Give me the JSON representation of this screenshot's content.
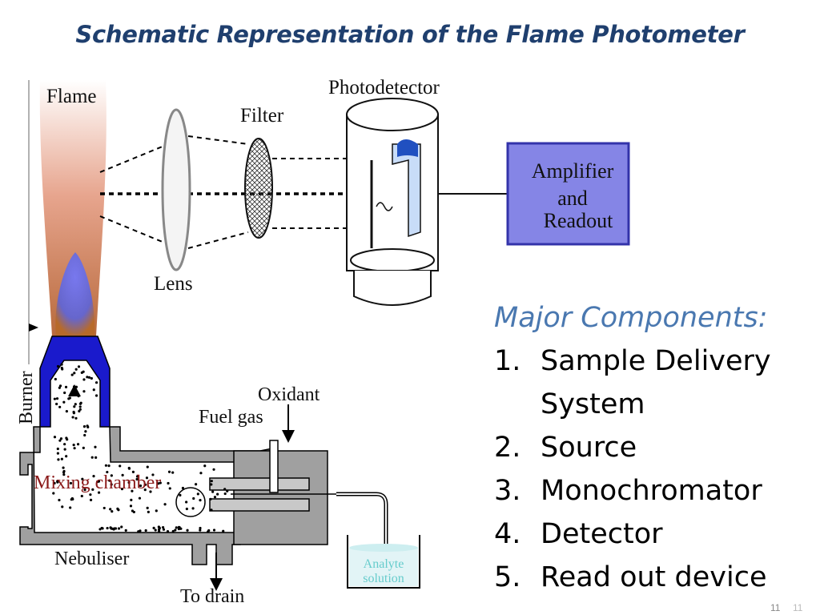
{
  "slide": {
    "title": "Schematic Representation of the Flame Photometer",
    "page_number": "11",
    "page_number_overlay": "11"
  },
  "diagram": {
    "labels": {
      "flame": "Flame",
      "lens": "Lens",
      "filter": "Filter",
      "photodetector": "Photodetector",
      "amplifier_line1": "Amplifier",
      "amplifier_line2": "and",
      "amplifier_line3": "Readout",
      "burner": "Burner",
      "oxidant": "Oxidant",
      "fuel_gas": "Fuel gas",
      "mixing_chamber": "Mixing chamber",
      "nebuliser": "Nebuliser",
      "to_drain": "To drain",
      "analyte_line1": "Analyte",
      "analyte_line2": "solution"
    },
    "colors": {
      "burner": "#1a1acc",
      "amplifier": "#8585e6",
      "chamber": "#a0a0a0",
      "mixing_label": "#8b1a1a",
      "analyte": "#66cccc"
    }
  },
  "components": {
    "heading": "Major Components:",
    "items": [
      {
        "num": "1.",
        "label": "Sample Delivery",
        "label2": "System"
      },
      {
        "num": "2.",
        "label": "Source"
      },
      {
        "num": "3.",
        "label": "Monochromator"
      },
      {
        "num": "4.",
        "label": "Detector"
      },
      {
        "num": "5.",
        "label": "Read out device"
      }
    ]
  }
}
